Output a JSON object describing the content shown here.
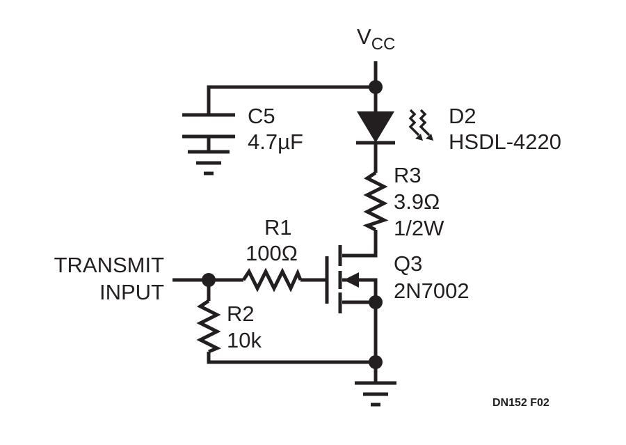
{
  "supply": {
    "label": "V",
    "subscript": "CC"
  },
  "capacitor": {
    "ref": "C5",
    "value": "4.7µF"
  },
  "led": {
    "ref": "D2",
    "part": "HSDL-4220"
  },
  "resistor_r3": {
    "ref": "R3",
    "value": "3.9Ω",
    "rating": "1/2W"
  },
  "resistor_r1": {
    "ref": "R1",
    "value": "100Ω"
  },
  "resistor_r2": {
    "ref": "R2",
    "value": "10k"
  },
  "transistor": {
    "ref": "Q3",
    "part": "2N7002"
  },
  "input": {
    "line1": "TRANSMIT",
    "line2": "INPUT"
  },
  "figure_id": "DN152 F02",
  "colors": {
    "ink": "#231f20",
    "background": "#ffffff"
  }
}
